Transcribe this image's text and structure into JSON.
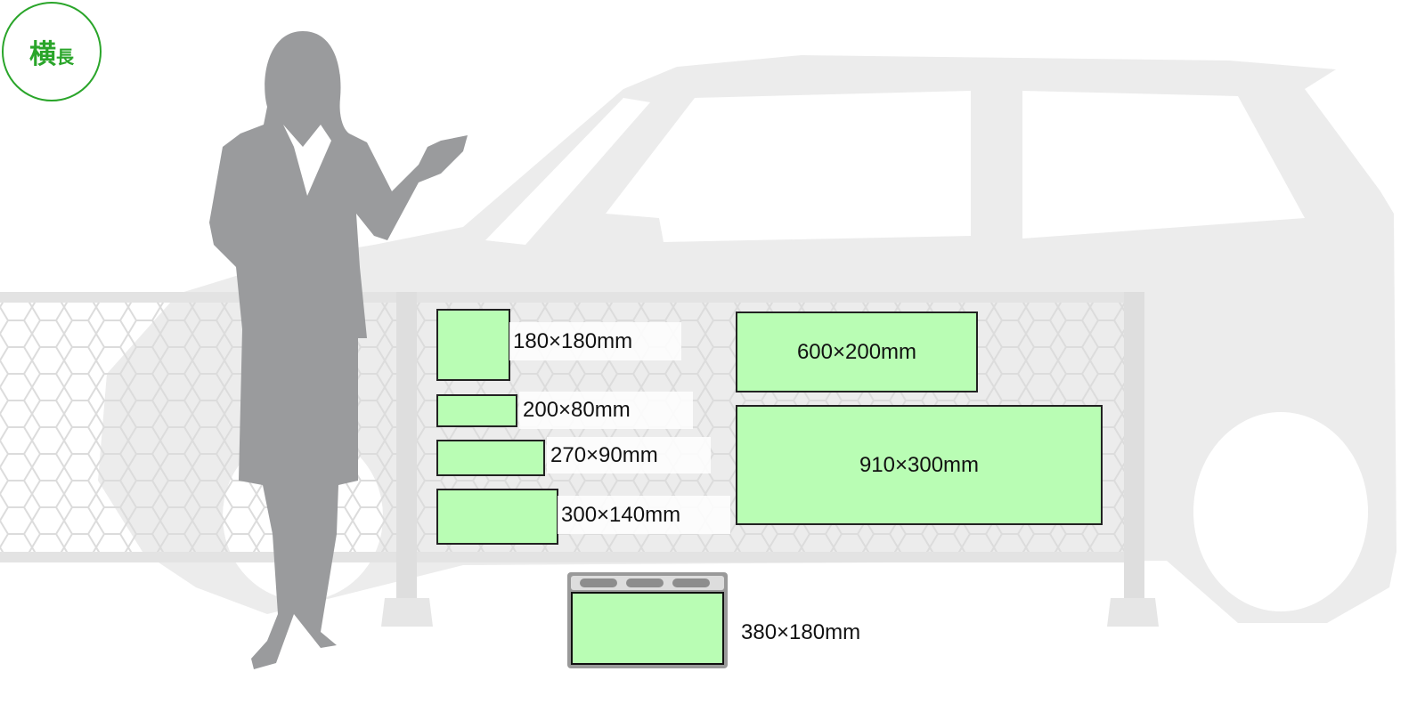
{
  "badge": {
    "char1": "横",
    "char2": "長"
  },
  "signs": [
    {
      "label": "180×180mm"
    },
    {
      "label": "200×80mm"
    },
    {
      "label": "270×90mm"
    },
    {
      "label": "300×140mm"
    },
    {
      "label": "600×200mm"
    },
    {
      "label": "910×300mm"
    },
    {
      "label": "380×180mm"
    }
  ],
  "colors": {
    "plate": "#b9fdb4",
    "accent": "#2aa52a",
    "silhouette": "#9a9b9d",
    "car": "#ececec"
  }
}
